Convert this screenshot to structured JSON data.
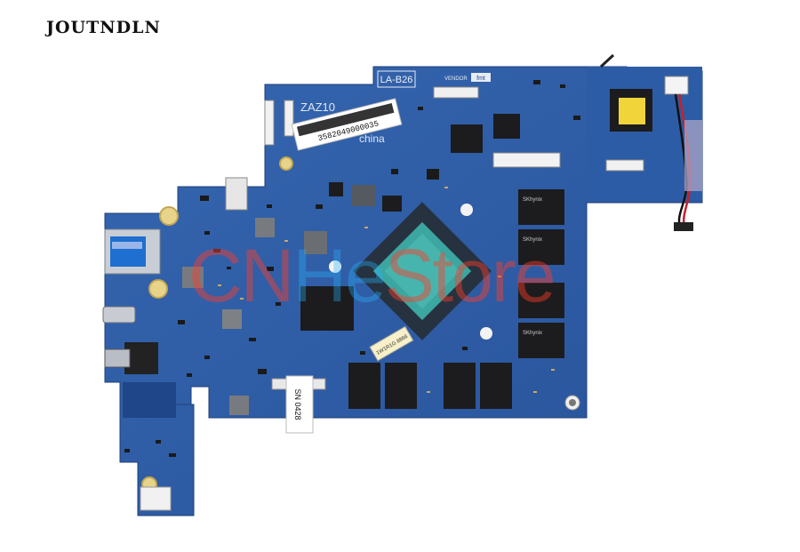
{
  "brand": "JOUTNDLN",
  "watermark": {
    "left": "CN",
    "middle": "He",
    "right": "Store"
  },
  "board": {
    "model": "LA-B26",
    "vendor_label": "VENDOR",
    "vendor_code": "fmt",
    "sticker_serial": "3582049000035",
    "sticker_code": "ZAZ10",
    "made_in": "china",
    "sn_label": "SN 0428",
    "chip_brand": "SKhynix",
    "small_label": "1W1R1G 8866"
  },
  "colors": {
    "pcb": "#2f5ea8",
    "pcb_dark": "#234a8c",
    "chip": "#1c1c1e",
    "cpu_die": "#3ca6a0"
  }
}
